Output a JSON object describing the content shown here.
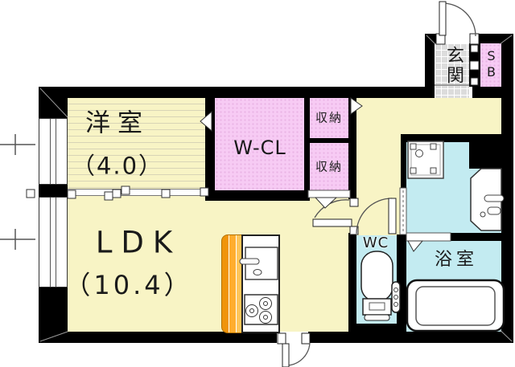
{
  "floorplan": {
    "type": "Japanese apartment floor plan",
    "rooms": {
      "western_room": {
        "label": "洋室",
        "size": "（4.0）"
      },
      "ldk": {
        "label": "LDK",
        "size": "（10.4）"
      },
      "walk_in_closet": {
        "label": "W-CL"
      },
      "storage_upper": {
        "label": "収納"
      },
      "storage_lower": {
        "label": "収納"
      },
      "entrance": {
        "label": "玄関"
      },
      "shoe_box": {
        "label": "SB"
      },
      "toilet_room": {
        "label": "WC"
      },
      "bathroom": {
        "label": "浴室"
      }
    },
    "colors": {
      "wall": "#000000",
      "flooring": "#F8F4C5",
      "closet_pink": "#F7CBF4",
      "wet_area_cyan": "#C3EBF1",
      "entrance_tile": "#DCDCDC",
      "kitchen_counter_accent": "#FFAD2E"
    },
    "fixtures": [
      "kitchen-sink",
      "gas-stove",
      "toilet",
      "bathtub",
      "washing-machine-pan",
      "vanity-basin",
      "sliding-partition",
      "hinged-doors"
    ]
  }
}
